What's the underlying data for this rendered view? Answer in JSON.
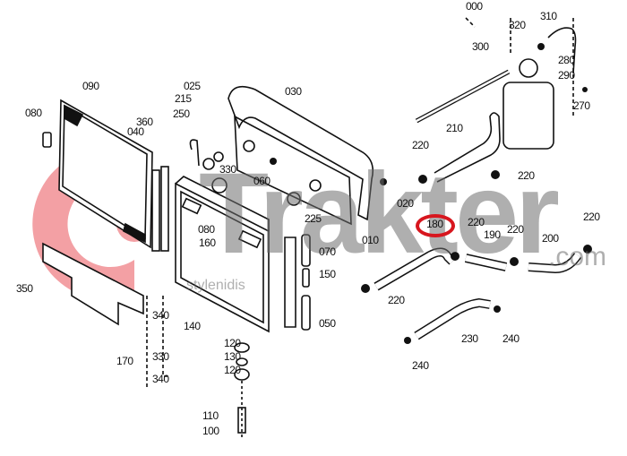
{
  "watermark": {
    "brand": "Trakter",
    "domain": ".com",
    "sub": "stylenidis",
    "logo_color": "#f08a8f",
    "text_color": "#8a8a8a"
  },
  "highlight": {
    "part": "180",
    "color": "#d7161e"
  },
  "labels": [
    {
      "id": "top-partial",
      "text": "000"
    },
    {
      "id": "090",
      "text": "090"
    },
    {
      "id": "080a",
      "text": "080"
    },
    {
      "id": "040",
      "text": "040"
    },
    {
      "id": "360",
      "text": "360"
    },
    {
      "id": "025",
      "text": "025"
    },
    {
      "id": "215",
      "text": "215"
    },
    {
      "id": "250",
      "text": "250"
    },
    {
      "id": "030",
      "text": "030"
    },
    {
      "id": "330a",
      "text": "330"
    },
    {
      "id": "060",
      "text": "060"
    },
    {
      "id": "225",
      "text": "225"
    },
    {
      "id": "080b",
      "text": "080"
    },
    {
      "id": "160",
      "text": "160"
    },
    {
      "id": "070",
      "text": "070"
    },
    {
      "id": "010",
      "text": "010"
    },
    {
      "id": "150",
      "text": "150"
    },
    {
      "id": "050",
      "text": "050"
    },
    {
      "id": "340a",
      "text": "340"
    },
    {
      "id": "140",
      "text": "140"
    },
    {
      "id": "350",
      "text": "350"
    },
    {
      "id": "170",
      "text": "170"
    },
    {
      "id": "330b",
      "text": "330"
    },
    {
      "id": "340b",
      "text": "340"
    },
    {
      "id": "120a",
      "text": "120"
    },
    {
      "id": "130",
      "text": "130"
    },
    {
      "id": "120b",
      "text": "120"
    },
    {
      "id": "110",
      "text": "110"
    },
    {
      "id": "100",
      "text": "100"
    },
    {
      "id": "220a",
      "text": "220"
    },
    {
      "id": "210",
      "text": "210"
    },
    {
      "id": "220b",
      "text": "220"
    },
    {
      "id": "020",
      "text": "020"
    },
    {
      "id": "180",
      "text": "180"
    },
    {
      "id": "220c",
      "text": "220"
    },
    {
      "id": "190",
      "text": "190"
    },
    {
      "id": "220d",
      "text": "220"
    },
    {
      "id": "200",
      "text": "200"
    },
    {
      "id": "220e",
      "text": "220"
    },
    {
      "id": "220f",
      "text": "220"
    },
    {
      "id": "230",
      "text": "230"
    },
    {
      "id": "240a",
      "text": "240"
    },
    {
      "id": "240b",
      "text": "240"
    },
    {
      "id": "300",
      "text": "300"
    },
    {
      "id": "320",
      "text": "320"
    },
    {
      "id": "310",
      "text": "310"
    },
    {
      "id": "280",
      "text": "280"
    },
    {
      "id": "290",
      "text": "290"
    },
    {
      "id": "270",
      "text": "270"
    }
  ]
}
